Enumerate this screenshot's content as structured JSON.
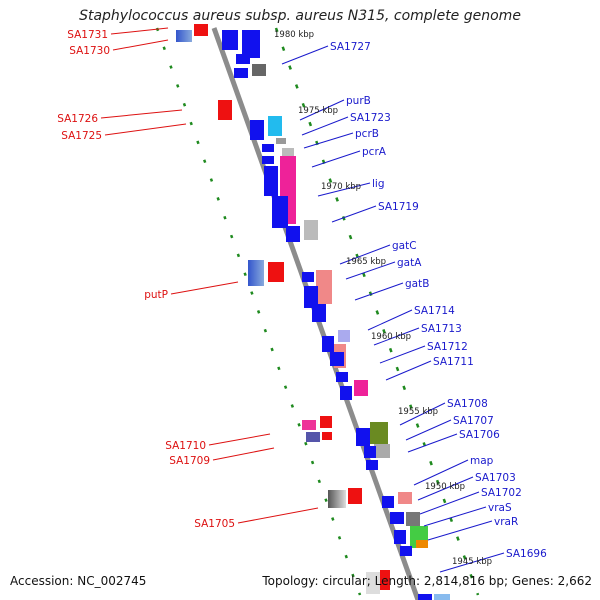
{
  "title": "Staphylococcus aureus subsp. aureus N315, complete genome",
  "footer": {
    "accession": "Accession: NC_002745",
    "summary": "Topology: circular; Length: 2,814,816 bp; Genes: 2,662"
  },
  "colors": {
    "backbone": "#8c8c8c",
    "scale_ticks": "#1f8a1f",
    "forward_label": "#1a1acc",
    "reverse_label": "#dd1111"
  },
  "scale_labels": [
    "1980 kbp",
    "1975 kbp",
    "1970 kbp",
    "1965 kbp",
    "1960 kbp",
    "1955 kbp",
    "1950 kbp",
    "1945 kbp"
  ],
  "forward_labels": [
    "SA1727",
    "purB",
    "SA1723",
    "pcrB",
    "pcrA",
    "lig",
    "SA1719",
    "gatC",
    "gatA",
    "gatB",
    "SA1714",
    "SA1713",
    "SA1712",
    "SA1711",
    "SA1708",
    "SA1707",
    "SA1706",
    "map",
    "SA1703",
    "SA1702",
    "vraS",
    "vraR",
    "SA1696"
  ],
  "reverse_labels": [
    "SA1731",
    "SA1730",
    "SA1726",
    "SA1725",
    "putP",
    "SA1710",
    "SA1709",
    "SA1705"
  ]
}
